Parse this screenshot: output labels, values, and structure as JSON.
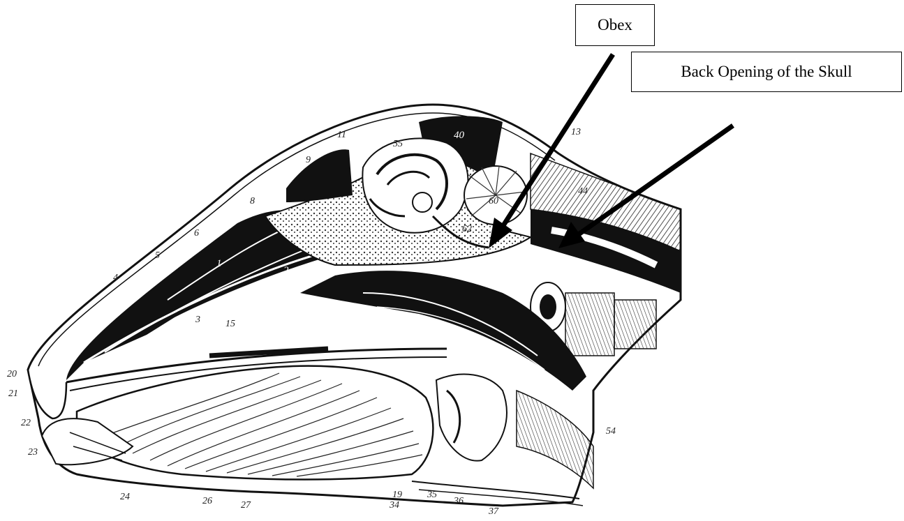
{
  "callouts": {
    "obex": "Obex",
    "back_opening": "Back Opening of the Skull"
  },
  "figure_numbers": {
    "n1": "1",
    "n2": "2",
    "n3": "3",
    "n4": "4",
    "n5": "5",
    "n6": "6",
    "n8": "8",
    "n9": "9",
    "n11": "11",
    "n13": "13",
    "n15": "15",
    "n19": "19",
    "n20": "20",
    "n21": "21",
    "n22": "22",
    "n23": "23",
    "n24": "24",
    "n26": "26",
    "n27": "27",
    "n34": "34",
    "n35": "35",
    "n36": "36",
    "n37": "37",
    "n40": "40",
    "n44": "44",
    "n54": "54",
    "n55": "55",
    "n60": "60",
    "n62": "62"
  }
}
